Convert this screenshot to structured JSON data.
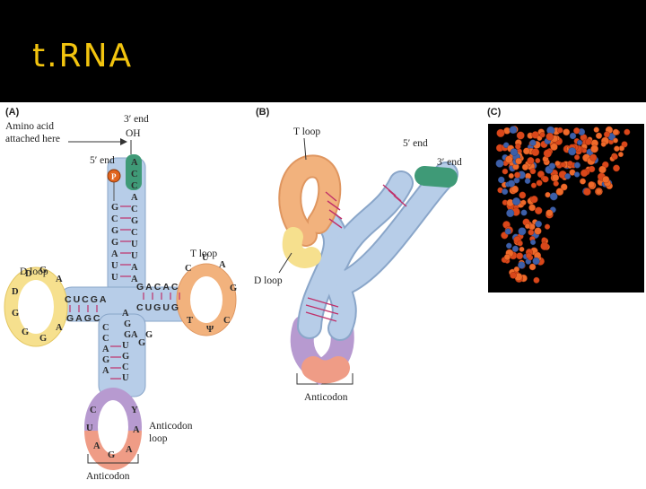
{
  "slide": {
    "title": "t.RNA"
  },
  "panelA": {
    "letter": "(A)",
    "three_end": "3′ end",
    "oh": "OH",
    "amino_line1": "Amino acid",
    "amino_line2": "attached here",
    "five_end": "5′ end",
    "phosphate": "P",
    "d_loop": "D loop",
    "t_loop": "T loop",
    "anticodon_loop_line1": "Anticodon",
    "anticodon_loop_line2": "loop",
    "anticodon": "Anticodon",
    "acceptor_left": [
      "G",
      "C",
      "G",
      "G",
      "A",
      "U",
      "U"
    ],
    "acceptor_right": [
      "A",
      "C",
      "C",
      "A",
      "C",
      "G",
      "C",
      "U",
      "U",
      "A",
      "A"
    ],
    "d_stem_top": "CUCGA",
    "d_stem_bottom": "GAGC",
    "d_loop_bases": [
      "A",
      "G",
      "D",
      "D",
      "G",
      "A",
      "G",
      "G",
      "D"
    ],
    "t_stem_top": "GACAC",
    "t_stem_bottom": "CUGUG",
    "t_loop_bases": [
      "C",
      "U",
      "A",
      "G",
      "C",
      "Ψ",
      "T"
    ],
    "ac_left": [
      "C",
      "C",
      "A",
      "G",
      "A"
    ],
    "ac_right": [
      "A",
      "G",
      "G",
      "U",
      "G",
      "C",
      "U"
    ],
    "ac_loop_bases": [
      "C",
      "U",
      "Y",
      "A",
      "A",
      "G"
    ],
    "extra_bases": [
      "A",
      "G",
      "G"
    ]
  },
  "panelB": {
    "letter": "(B)",
    "t_loop": "T loop",
    "five_end": "5′ end",
    "three_end": "3′ end",
    "d_loop": "D loop",
    "anticodon": "Anticodon"
  },
  "panelC": {
    "letter": "(C)"
  },
  "colors": {
    "backbone": "#b7cde8",
    "backbone_edge": "#8aa6c9",
    "d_loop": "#f6e08e",
    "t_loop": "#f2b27d",
    "anticodon": "#ef9c86",
    "anticodon_top": "#b79ad0",
    "acceptor_end": "#3f9a77",
    "bond": "#c0306a",
    "phosphate": "#e1641f"
  }
}
